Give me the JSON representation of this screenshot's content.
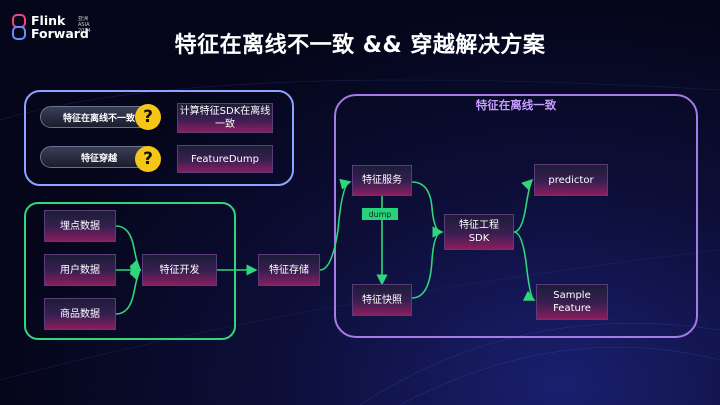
{
  "logo": {
    "line1": "Flink",
    "line2": "Forward",
    "sub1": "亚洲",
    "sub2": "ASIA",
    "sub3": "2024"
  },
  "title": "特征在离线不一致 && 穿越解决方案",
  "top_panel": {
    "pill1": "特征在离线不一致",
    "pill2": "特征穿越",
    "q1": "?",
    "q2": "?",
    "answer1": "计算特征SDK在离线一致",
    "answer2": "FeatureDump"
  },
  "left_panel": {
    "n1": "埋点数据",
    "n2": "用户数据",
    "n3": "商品数据",
    "dev": "特征开发"
  },
  "store": "特征存储",
  "right_panel": {
    "title": "特征在离线一致",
    "service": "特征服务",
    "dump": "dump",
    "snapshot": "特征快照",
    "sdk": "特征工程\nSDK",
    "predictor": "predictor",
    "sample": "Sample\nFeature"
  },
  "colors": {
    "accent_green": "#2fd67b",
    "accent_purple": "#a57be6",
    "accent_blue": "#8ea3ff",
    "question": "#f5c518"
  }
}
